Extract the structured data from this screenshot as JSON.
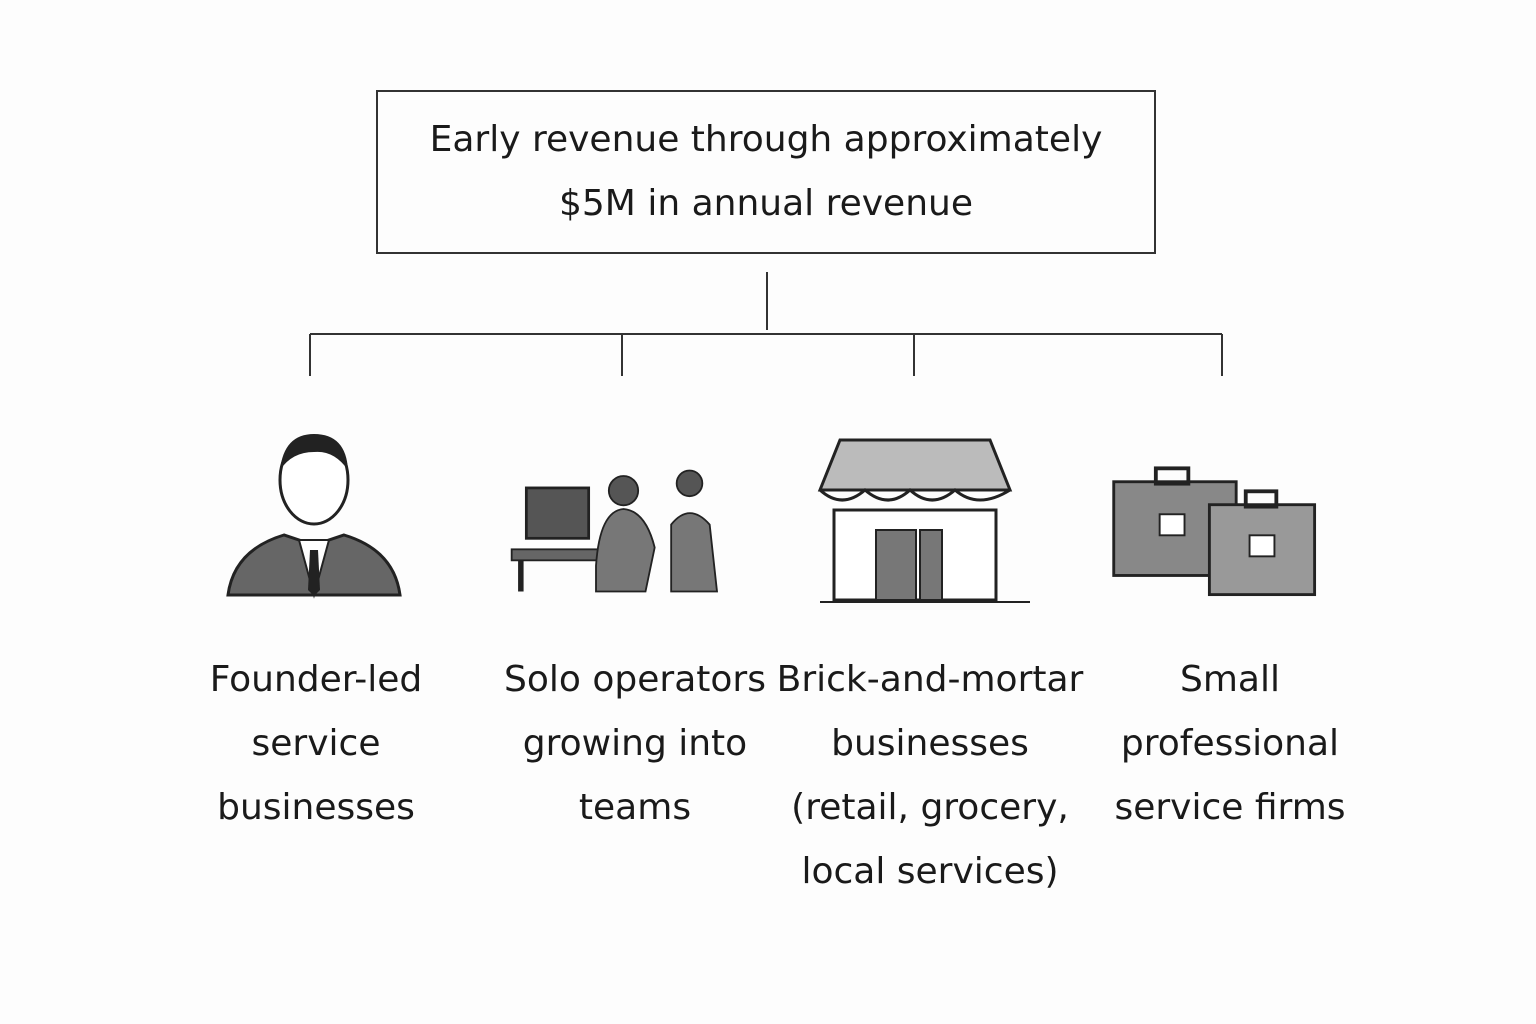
{
  "root": {
    "line1": "Early revenue through approximately",
    "line2": "$5M in annual revenue"
  },
  "children": [
    {
      "label": "Founder-led service businesses",
      "icon": "businessman-icon"
    },
    {
      "label": "Solo operators growing into teams",
      "icon": "team-at-computer-icon"
    },
    {
      "label": "Brick-and-mortar businesses (retail, grocery, local services)",
      "icon": "storefront-icon"
    },
    {
      "label": "Small professional service firms",
      "icon": "briefcases-icon"
    }
  ]
}
